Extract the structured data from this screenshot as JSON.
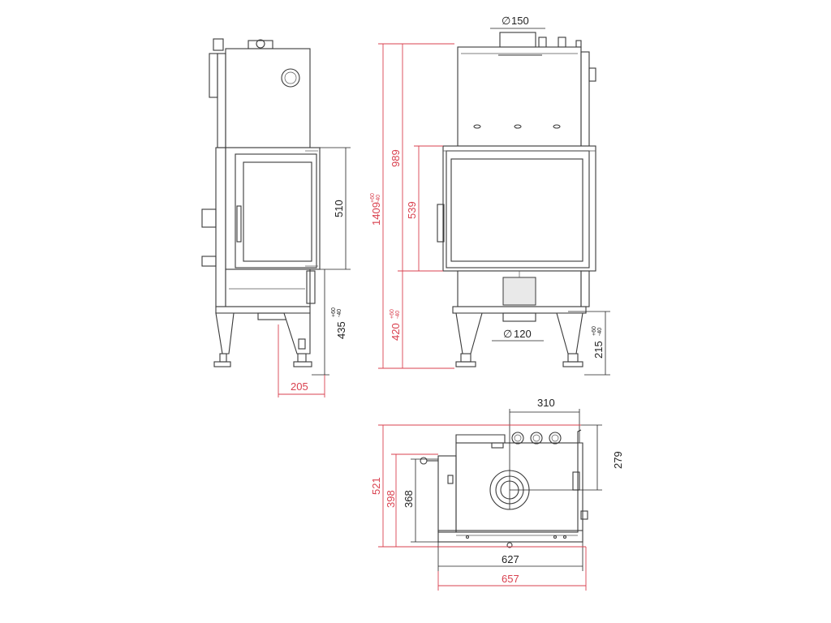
{
  "colors": {
    "outline": "#3a3a3a",
    "dimension_red": "#d9414f",
    "dimension_black": "#222222",
    "background": "#ffffff"
  },
  "side_view": {
    "door_height": "510",
    "leg_height": "435",
    "leg_tolerance_plus": "+60",
    "leg_tolerance_minus": "-40",
    "leg_offset": "205"
  },
  "front_view": {
    "flue_diameter_symbol": "∅",
    "flue_diameter": "150",
    "total_height": "1409",
    "total_tolerance_plus": "+60",
    "total_tolerance_minus": "-40",
    "upper_height": "989",
    "door_height": "539",
    "lower_height": "420",
    "lower_tolerance_plus": "+60",
    "lower_tolerance_minus": "-40",
    "air_inlet_symbol": "∅",
    "air_inlet_diameter": "120",
    "inlet_height": "215",
    "inlet_tolerance_plus": "+60",
    "inlet_tolerance_minus": "-40"
  },
  "top_view": {
    "flue_offset_x": "310",
    "flue_offset_y": "279",
    "depth_total": "521",
    "depth_body": "398",
    "depth_inner": "368",
    "width_inner": "627",
    "width_total": "657"
  }
}
